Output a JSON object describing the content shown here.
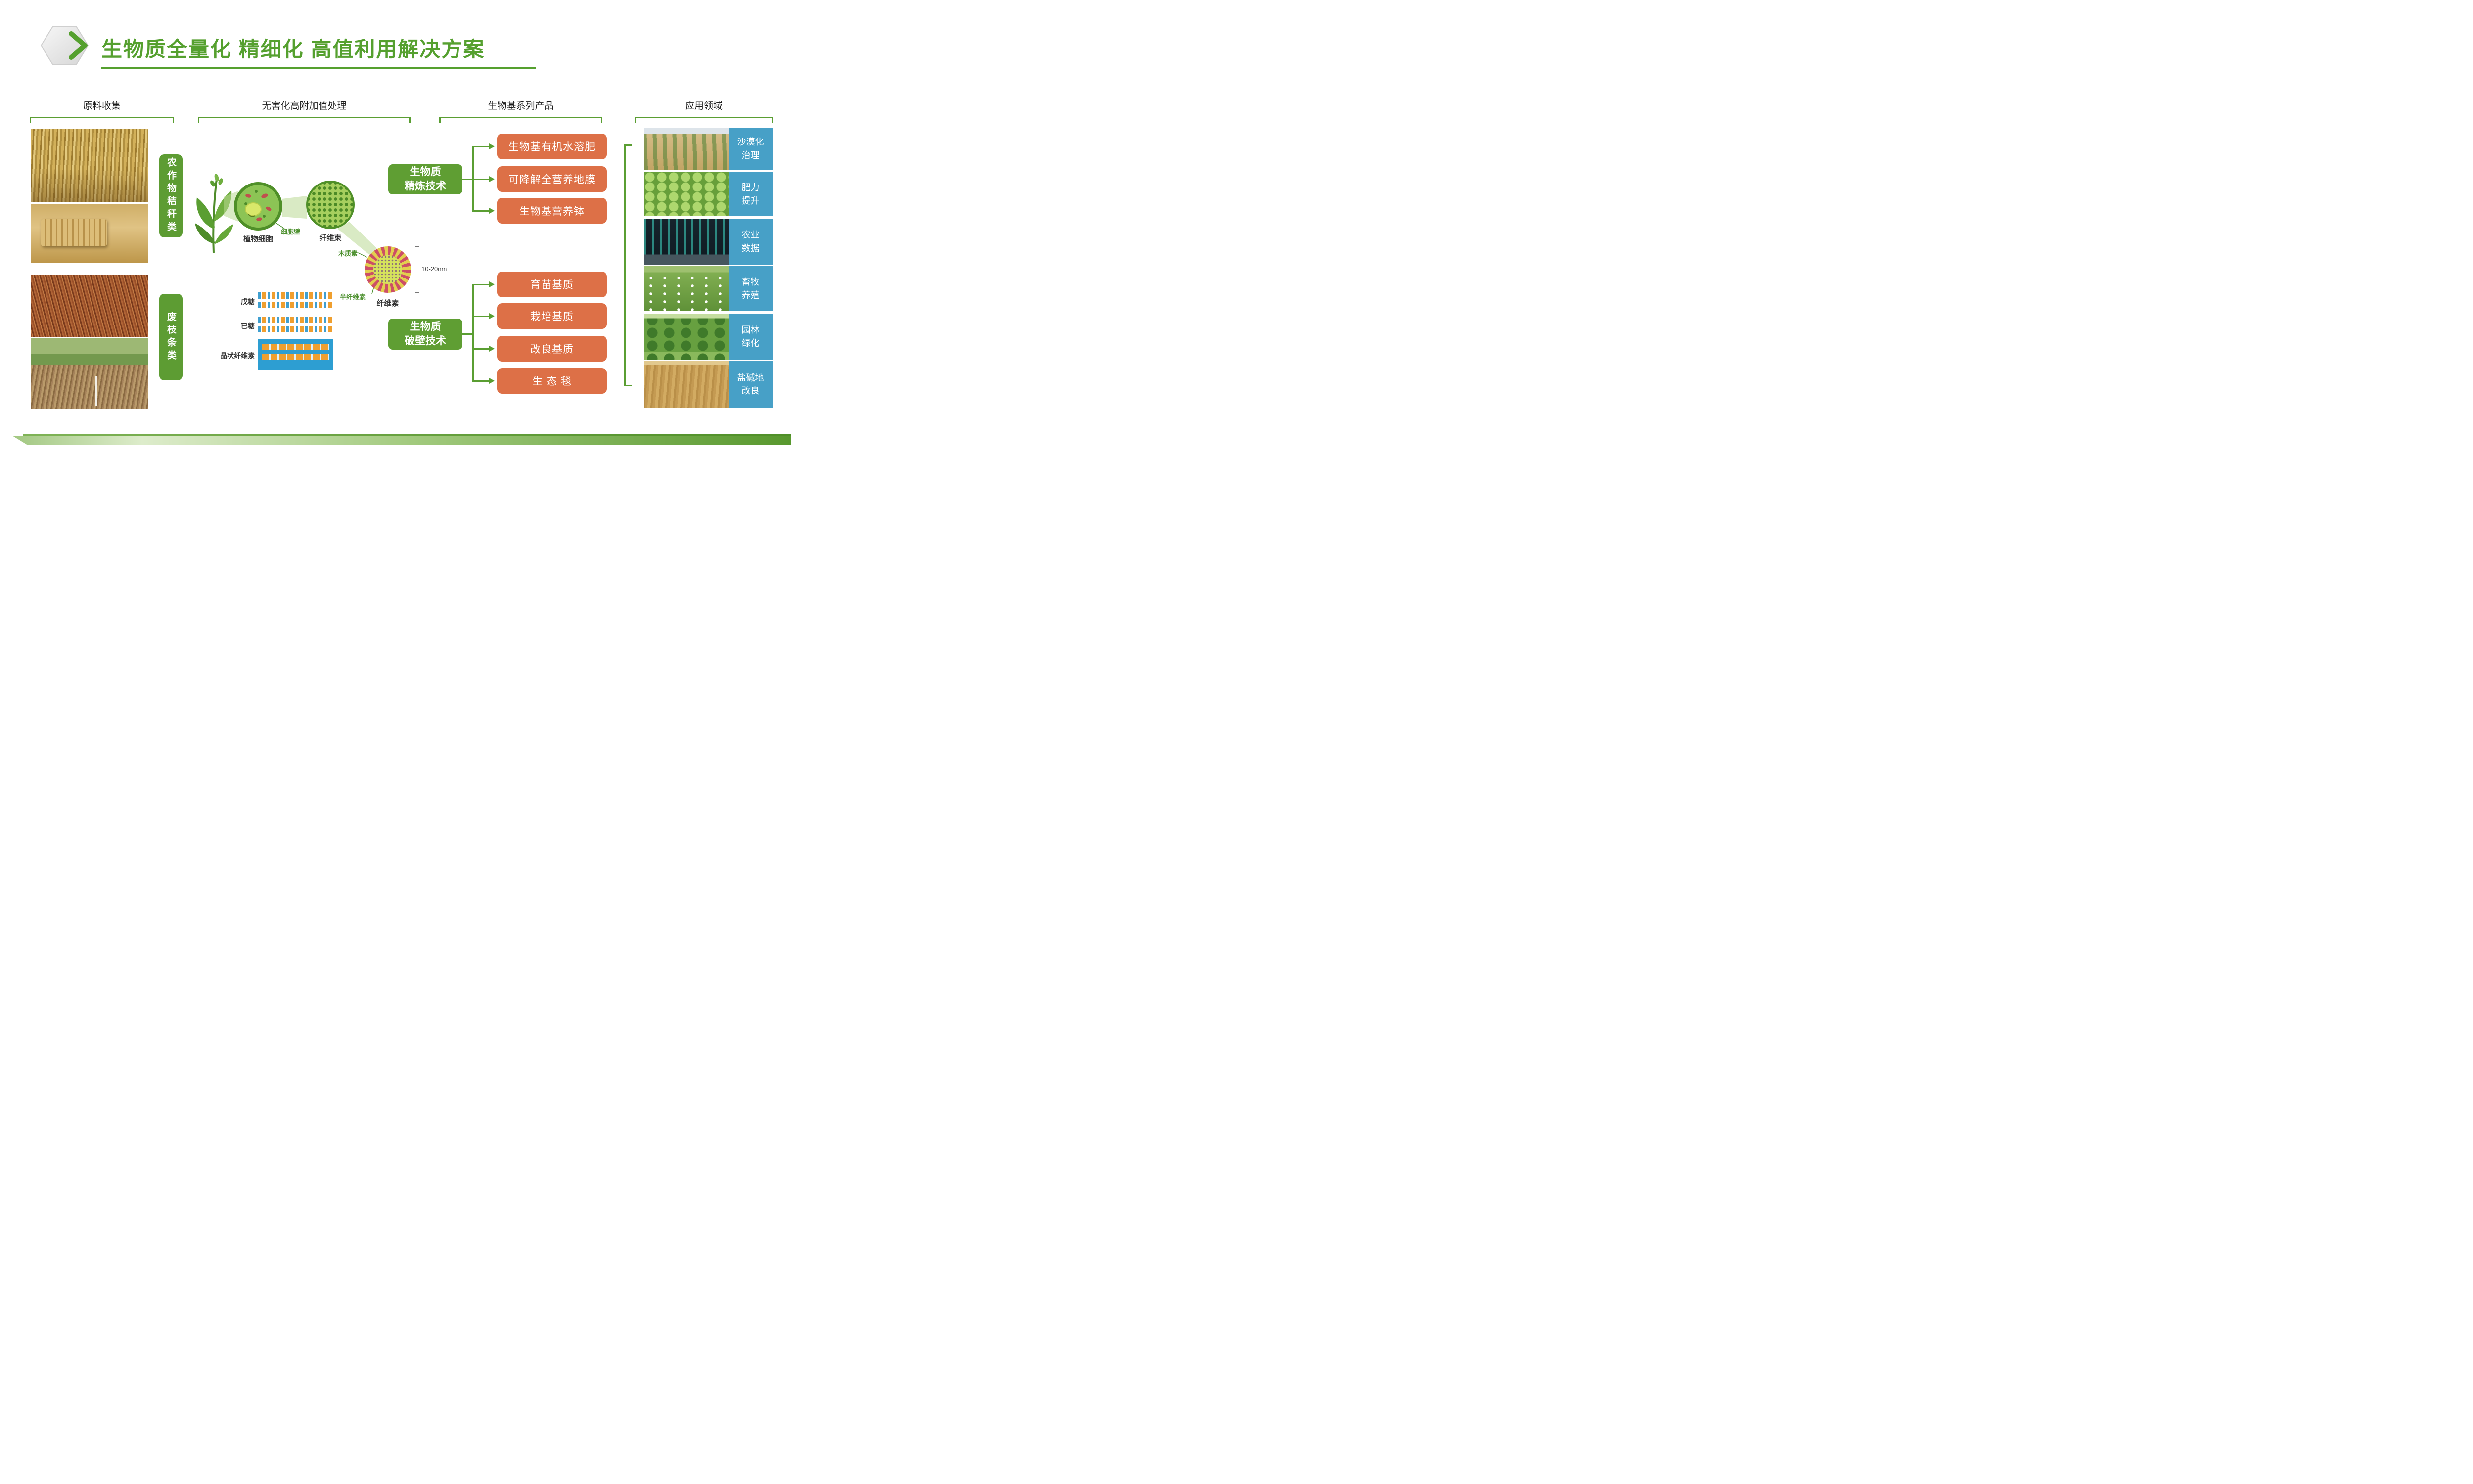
{
  "header": {
    "title": "生物质全量化 精细化 高值利用解决方案"
  },
  "section_headers": {
    "collection": "原料收集",
    "processing": "无害化高附加值处理",
    "products": "生物基系列产品",
    "applications": "应用领域"
  },
  "collection": {
    "group1_label": "农作物秸秆类",
    "group2_label": "废枝条类"
  },
  "diagram": {
    "plant_cell": "植物细胞",
    "cell_wall": "细胞壁",
    "fiber_bundle": "纤维束",
    "lignin": "木质素",
    "hemicellulose": "半纤维素",
    "cellulose": "纤维素",
    "scale": "10-20nm",
    "pentose": "戊糖",
    "hexose": "已糖",
    "crystalline_cellulose": "晶状纤维素"
  },
  "technologies": {
    "refining": "生物质\n精炼技术",
    "wall_breaking": "生物质\n破壁技术"
  },
  "products": {
    "refining": [
      "生物基有机水溶肥",
      "可降解全营养地膜",
      "生物基营养钵"
    ],
    "wall_breaking": [
      "育苗基质",
      "栽培基质",
      "改良基质",
      "生 态 毯"
    ]
  },
  "applications": [
    {
      "label": "沙漠化\n治理"
    },
    {
      "label": "肥力\n提升"
    },
    {
      "label": "农业\n数据"
    },
    {
      "label": "畜牧\n养殖"
    },
    {
      "label": "园林\n绿化"
    },
    {
      "label": "盐碱地\n改良"
    }
  ],
  "colors": {
    "green": "#5a9e32",
    "orange": "#dd7047",
    "blue": "#47a0c7"
  }
}
